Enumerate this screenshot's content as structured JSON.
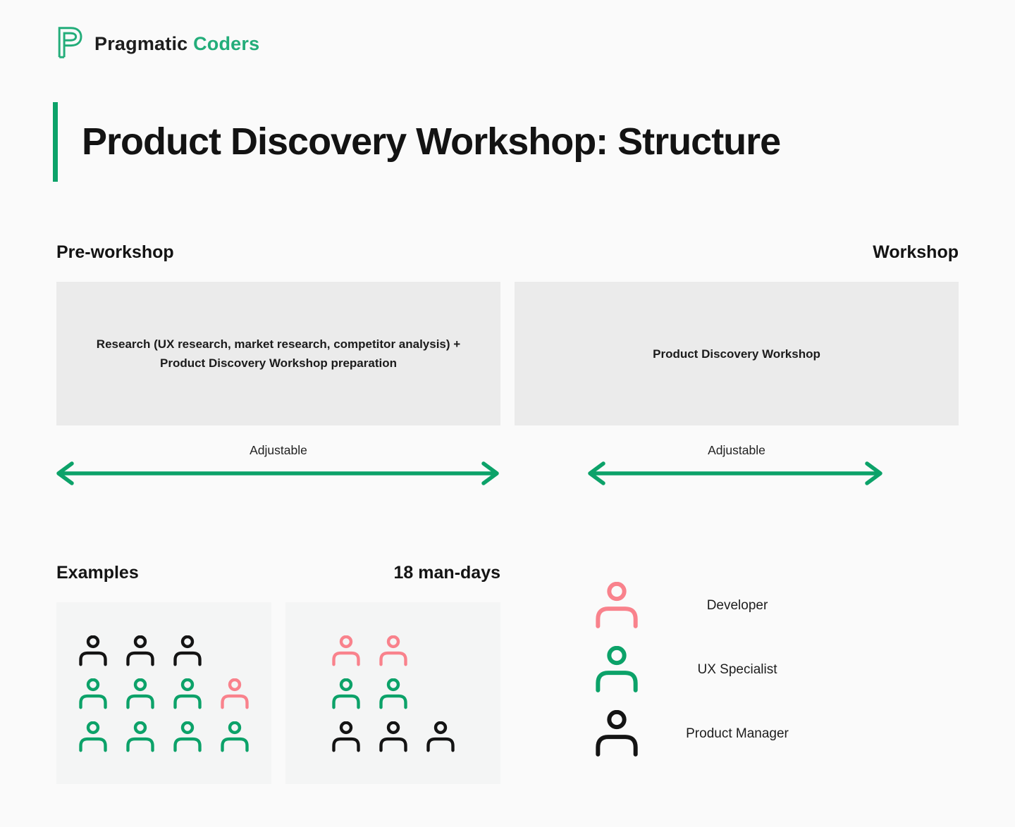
{
  "colors": {
    "bg": "#FAFAFA",
    "green": "#0CA269",
    "logo_green": "#23AD7A",
    "pink": "#F9828C",
    "black": "#141414",
    "panel_gray": "#EBEBEB",
    "example_gray": "#F4F5F5"
  },
  "header": {
    "logo_icon": "pragmatic-coders-p-icon",
    "logo_text_primary": "Pragmatic",
    "logo_text_accent": "Coders"
  },
  "title": "Product Discovery Workshop: Structure",
  "timeline": {
    "pre_workshop_label": "Pre-workshop",
    "workshop_label": "Workshop",
    "pre_workshop_box_text": "Research (UX research, market research, competitor analysis) +\nProduct Discovery Workshop preparation",
    "workshop_box_text": "Product Discovery Workshop",
    "pre_workshop_arrow_label": "Adjustable",
    "workshop_arrow_label": "Adjustable"
  },
  "examples": {
    "heading": "Examples",
    "man_days_heading": "18 man-days",
    "boxes": [
      {
        "id": "example-team-1",
        "rows": [
          [
            "black",
            "black",
            "black"
          ],
          [
            "green",
            "green",
            "green",
            "pink"
          ],
          [
            "green",
            "green",
            "green",
            "green"
          ]
        ]
      },
      {
        "id": "example-team-2",
        "rows": [
          [
            "pink",
            "pink"
          ],
          [
            "green",
            "green"
          ],
          [
            "black",
            "black",
            "black"
          ]
        ]
      }
    ]
  },
  "legend": {
    "items": [
      {
        "icon": "person-icon",
        "color": "pink",
        "label": "Developer"
      },
      {
        "icon": "person-icon",
        "color": "green",
        "label": "UX Specialist"
      },
      {
        "icon": "person-icon",
        "color": "black",
        "label": "Product Manager"
      }
    ]
  }
}
